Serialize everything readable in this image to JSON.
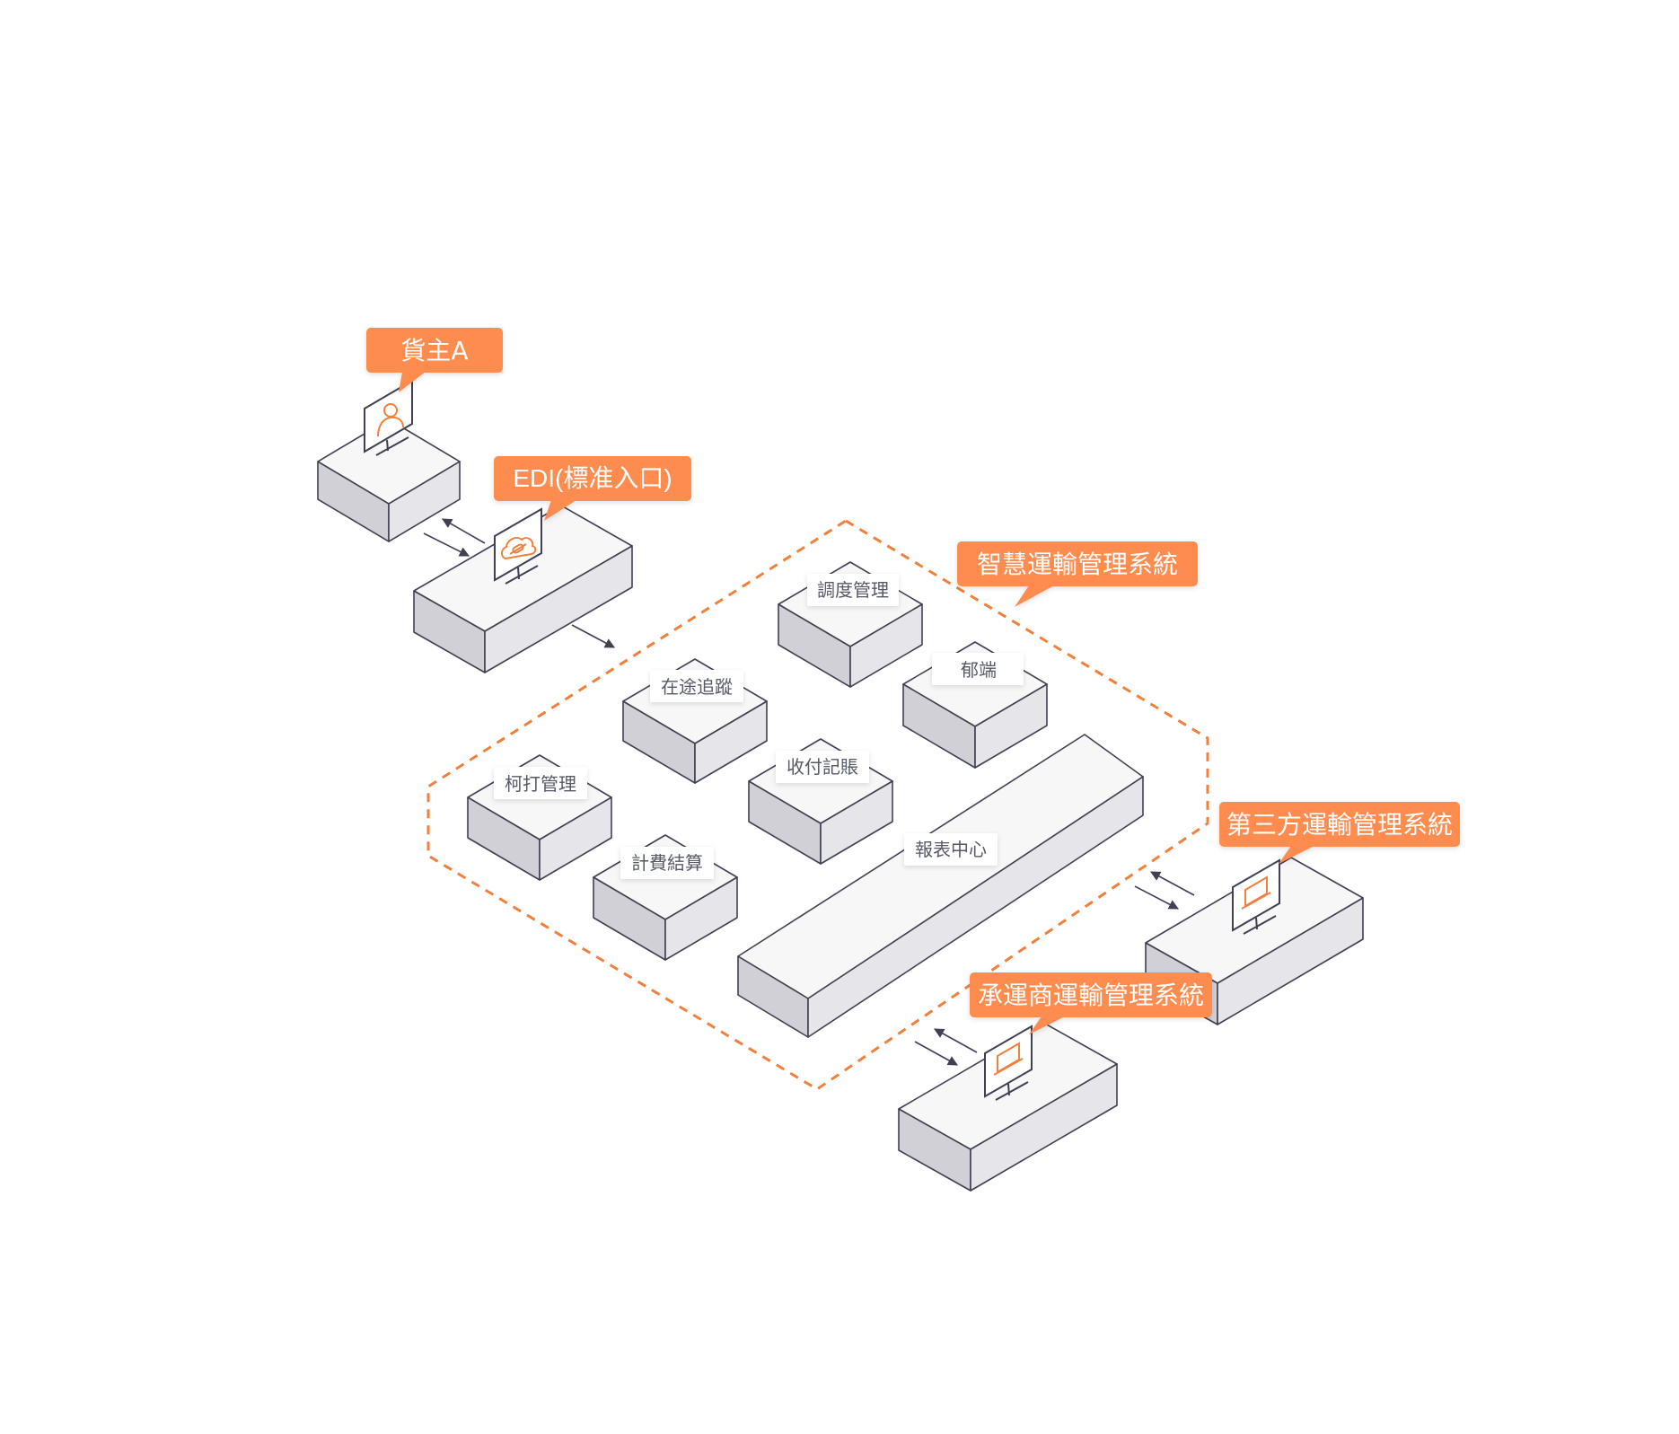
{
  "callouts": {
    "shipper": "貨主A",
    "edi": "EDI(標准入口)",
    "smart_tms": "智慧運輸管理系統",
    "third_party_tms": "第三方運輸管理系統",
    "carrier_tms": "承運商運輸管理系統"
  },
  "modules": {
    "dispatch": "調度管理",
    "mobile": "郁端",
    "in_transit": "在途追蹤",
    "payment": "收付記賬",
    "dock": "柯打管理",
    "billing": "計費結算",
    "report": "報表中心"
  },
  "icons": {
    "shipper": "user-icon",
    "edi": "cloud-link-icon",
    "third_party": "monitor-icon",
    "carrier": "monitor-icon"
  },
  "colors": {
    "accent": "#FF8C4F",
    "box_top": "#F7F7F8",
    "box_left": "#D0D0D6",
    "box_right": "#E6E6EA",
    "stroke": "#3F4152",
    "dashed": "#F0803C"
  }
}
